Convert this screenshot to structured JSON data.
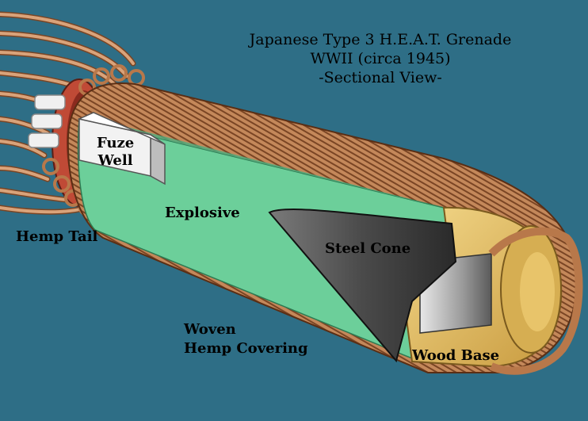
{
  "title": {
    "line1": "Japanese Type 3 H.E.A.T. Grenade",
    "line2": "WWII (circa 1945)",
    "line3": "-Sectional View-"
  },
  "labels": {
    "fuze_well_line1": "Fuze",
    "fuze_well_line2": "Well",
    "explosive": "Explosive",
    "hemp_tail": "Hemp Tail",
    "steel_cone": "Steel Cone",
    "woven_line1": "Woven",
    "woven_line2": "Hemp Covering",
    "wood_base": "Wood Base"
  },
  "colors": {
    "background": "#2e6e86",
    "hemp": "#b8784a",
    "hemp_dark": "#7a4524",
    "explosive": "#6ccf9a",
    "cone": "#4a4a4a",
    "wood": "#e8c46a",
    "fuze": "#f2f2f2",
    "tail_ring": "#c04a36"
  }
}
